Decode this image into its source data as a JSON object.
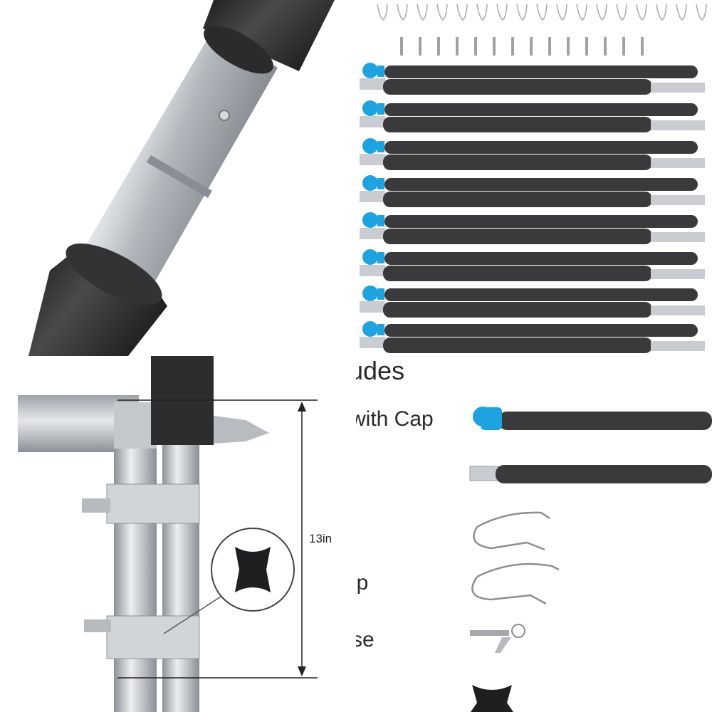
{
  "heading_text": "udes",
  "pole_cap_label": "with Cap",
  "clip_label": "ip",
  "fuse_label": "se",
  "dimension_label": "13in",
  "colors": {
    "foam": "#3a3a3c",
    "steel": "#c9ccd0",
    "cap_blue": "#1fa3e0",
    "text": "#2a2a2a"
  }
}
